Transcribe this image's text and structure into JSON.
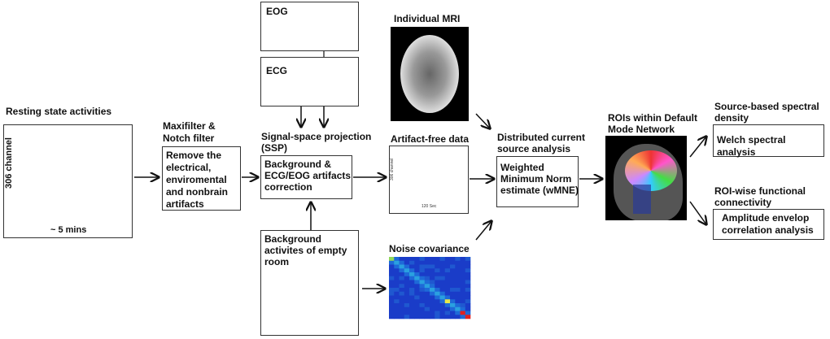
{
  "resting": {
    "title": "Resting state activities",
    "ylabel": "306 channel",
    "xlabel": "~ 5 mins"
  },
  "maxfilter": {
    "title": "Maxifilter & Notch filter",
    "text": "Remove the electrical, enviromental and nonbrain artifacts"
  },
  "eog": {
    "title": "EOG"
  },
  "ecg": {
    "title": "ECG"
  },
  "ssp": {
    "title": "Signal-space projection (SSP)",
    "text": "Background & ECG/EOG artifacts correction"
  },
  "empty_room": {
    "title": "Background activites of empty room"
  },
  "artifact_free": {
    "title": "Artifact-free data",
    "ylabel": "306 channel",
    "xlabel": "120 Sec"
  },
  "mri": {
    "title": "Individual MRI"
  },
  "noise": {
    "title": "Noise covariance"
  },
  "source": {
    "title": "Distributed current source analysis",
    "text": "Weighted Minimum Norm estimate (wMNE)"
  },
  "roi": {
    "title": "ROIs within Default Mode Network"
  },
  "spectral": {
    "title": "Source-based spectral density",
    "text": "Welch spectral analysis"
  },
  "connectivity": {
    "title": "ROI-wise functional connectivity",
    "text": "Amplitude envelop correlation analysis"
  },
  "colors": {
    "trace": "#1a237e",
    "eog": "#1f6fb2",
    "matrix": "#1a3cc8"
  }
}
